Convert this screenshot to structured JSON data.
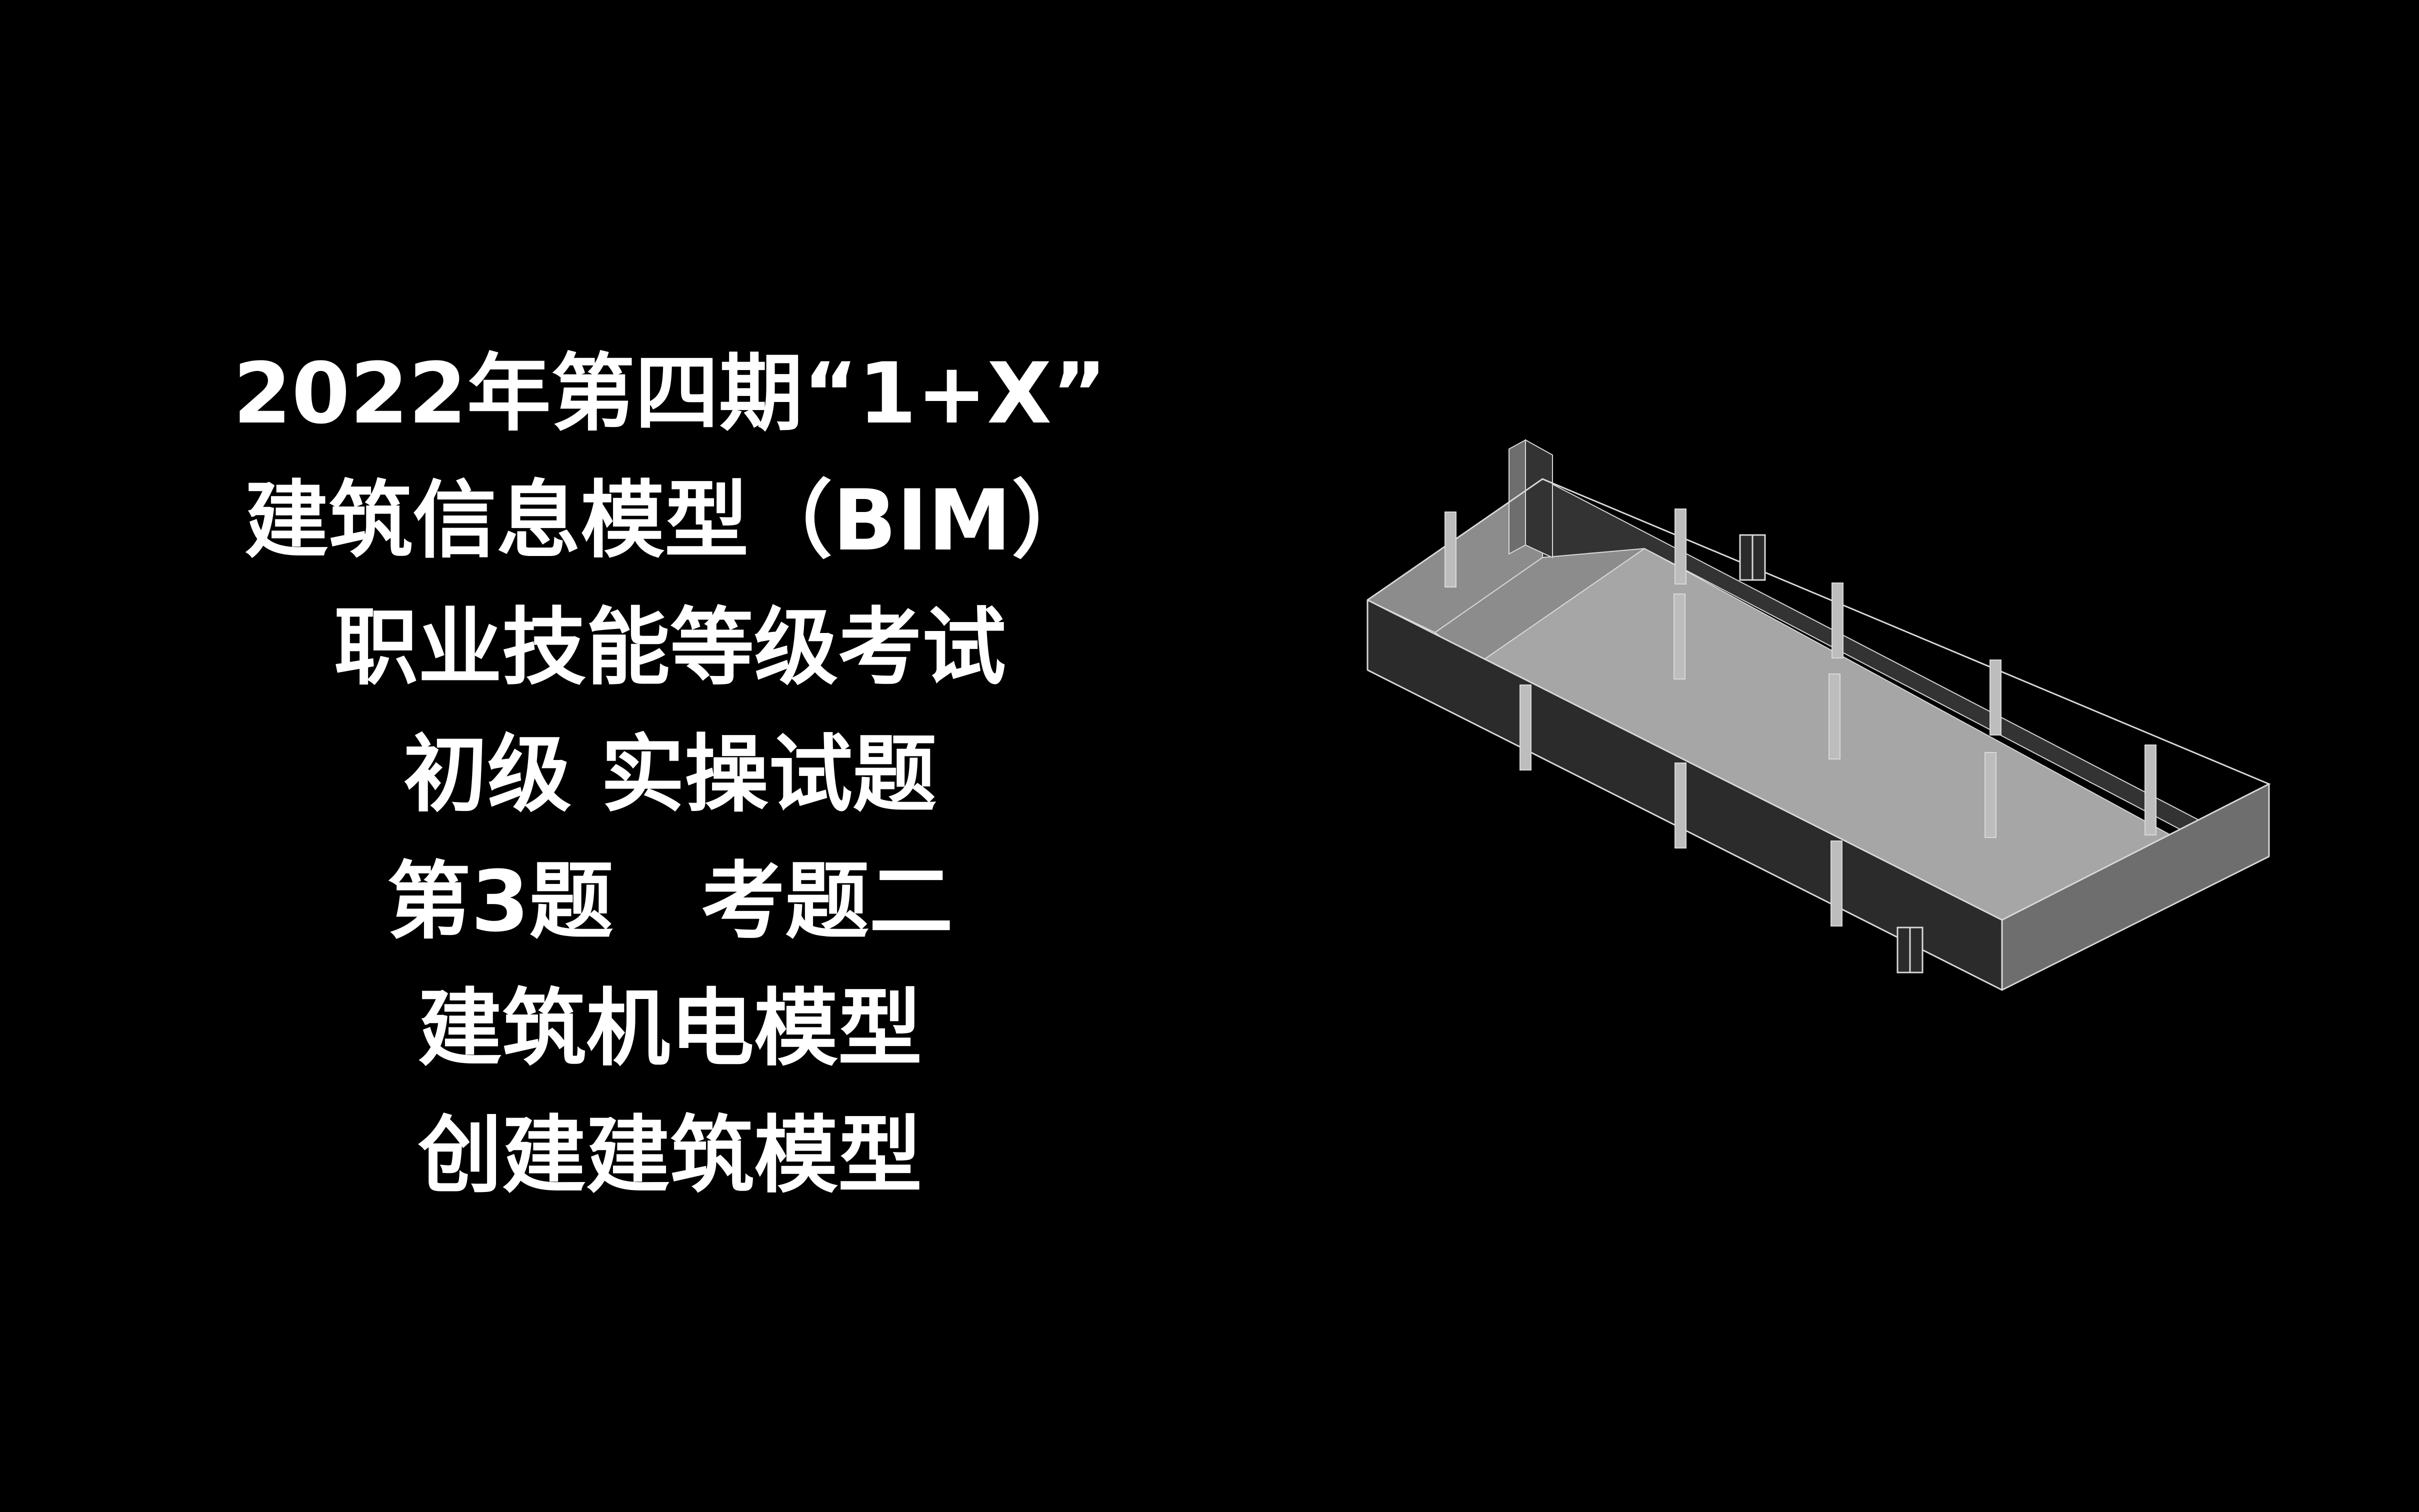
{
  "title_lines": [
    "2022年第四期“1+X”",
    "建筑信息模型（BIM）",
    "职业技能等级考试",
    "初级 实操试题",
    "第3题   考题二",
    "建筑机电模型",
    "创建建筑模型"
  ],
  "model": {
    "subject": "isometric-building-model",
    "colors": {
      "background": "#000000",
      "floor": "#a6a6a6",
      "wall_inner_light": "#8c8c8c",
      "wall_inner_dark": "#333333",
      "wall_outer": "#2b2b2b",
      "wall_outer_side": "#6e6e6e",
      "edge": "#d9d9d9",
      "column": "#bdbdbd"
    }
  }
}
